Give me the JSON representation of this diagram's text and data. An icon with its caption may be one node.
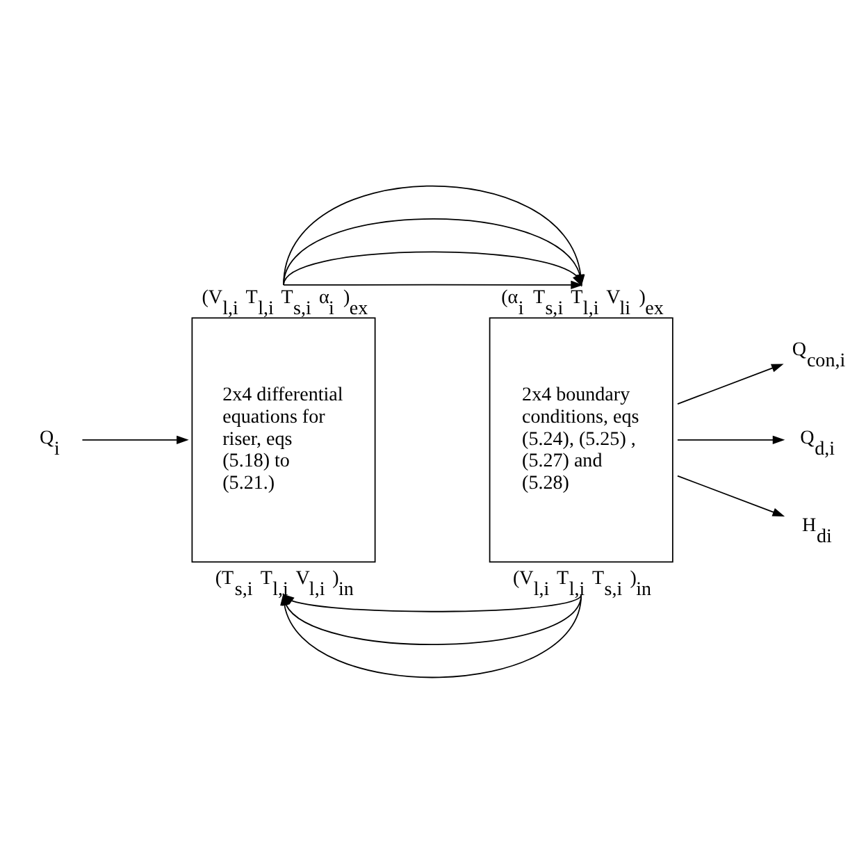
{
  "diagram": {
    "nodes": [
      {
        "text": [
          "Q$_{i}$"
        ]
      },
      {
        "text": [
          "2x4 differential equations for riser, eqs (5.18) to (5.21.)"
        ],
        "beside": [
          "(V$_{l,i}$ T$_{l,i}$ T$_{s,i}$ α$_{i}$ )$_{ex}$",
          "(T$_{s,i}$ T$_{l,i}$ V$_{l,i}$ )$_{in}$"
        ]
      },
      {
        "text": [
          "2x4 boundary conditions, eqs (5.24), (5.25) , (5.27) and (5.28)"
        ],
        "beside": [
          "(α$_{i}$ T$_{s,i}$ T$_{l,i}$ V$_{li}$ )$_{ex}$",
          "(V$_{l,i}$ T$_{l,i}$ T$_{s,i}$ )$_{in}$"
        ]
      },
      {
        "text": [
          "Q$_{con,i}$"
        ]
      },
      {
        "text": [
          "Q$_{d,i}$"
        ]
      },
      {
        "text": [
          "H$_{di}$"
        ]
      }
    ],
    "edges": [
      {
        "from": 0,
        "to": 1,
        "arrow": "to"
      },
      {
        "from": 1,
        "to": 2,
        "arrow": "to"
      },
      {
        "from": 1,
        "to": 2,
        "arrow": "to"
      },
      {
        "from": 1,
        "to": 2,
        "arrow": "to"
      },
      {
        "from": 1,
        "to": 2,
        "arrow": "to"
      },
      {
        "from": 2,
        "to": 1,
        "arrow": "to"
      },
      {
        "from": 2,
        "to": 1,
        "arrow": "to"
      },
      {
        "from": 2,
        "to": 1,
        "arrow": "to"
      },
      {
        "from": 2,
        "to": 3,
        "arrow": "to"
      },
      {
        "from": 2,
        "to": 4,
        "arrow": "to"
      },
      {
        "from": 2,
        "to": 5,
        "arrow": "to"
      }
    ]
  }
}
